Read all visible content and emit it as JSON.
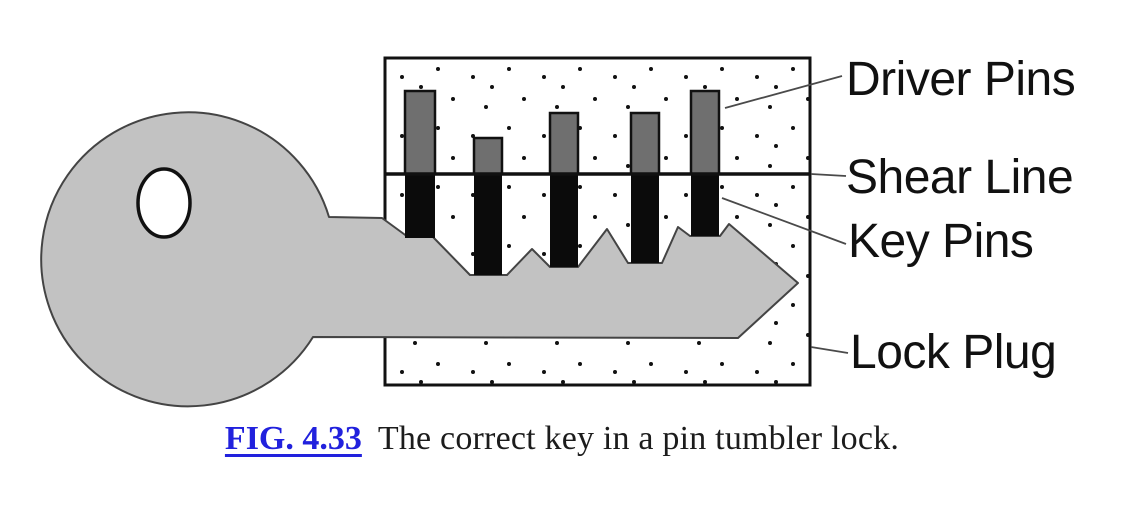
{
  "diagram": {
    "pin_count": 5,
    "labels": [
      {
        "id": "driver-pins",
        "text": "Driver Pins"
      },
      {
        "id": "shear-line",
        "text": "Shear Line"
      },
      {
        "id": "key-pins",
        "text": "Key Pins"
      },
      {
        "id": "lock-plug",
        "text": "Lock Plug"
      }
    ]
  },
  "caption": {
    "link_label": "FIG. 4.33",
    "text": "The correct key in a pin tumbler lock."
  },
  "colors": {
    "background": "#ffffff",
    "key_fill": "#c2c2c2",
    "key_stroke": "#444444",
    "driver_pin_fill": "#6f6f6f",
    "key_pin_fill": "#0b0b0b",
    "outline": "#111111",
    "leader_color": "#4a4a4a",
    "label_color": "#111111",
    "caption_link_color": "#2121dd",
    "caption_text_color": "#1c1c1c"
  }
}
